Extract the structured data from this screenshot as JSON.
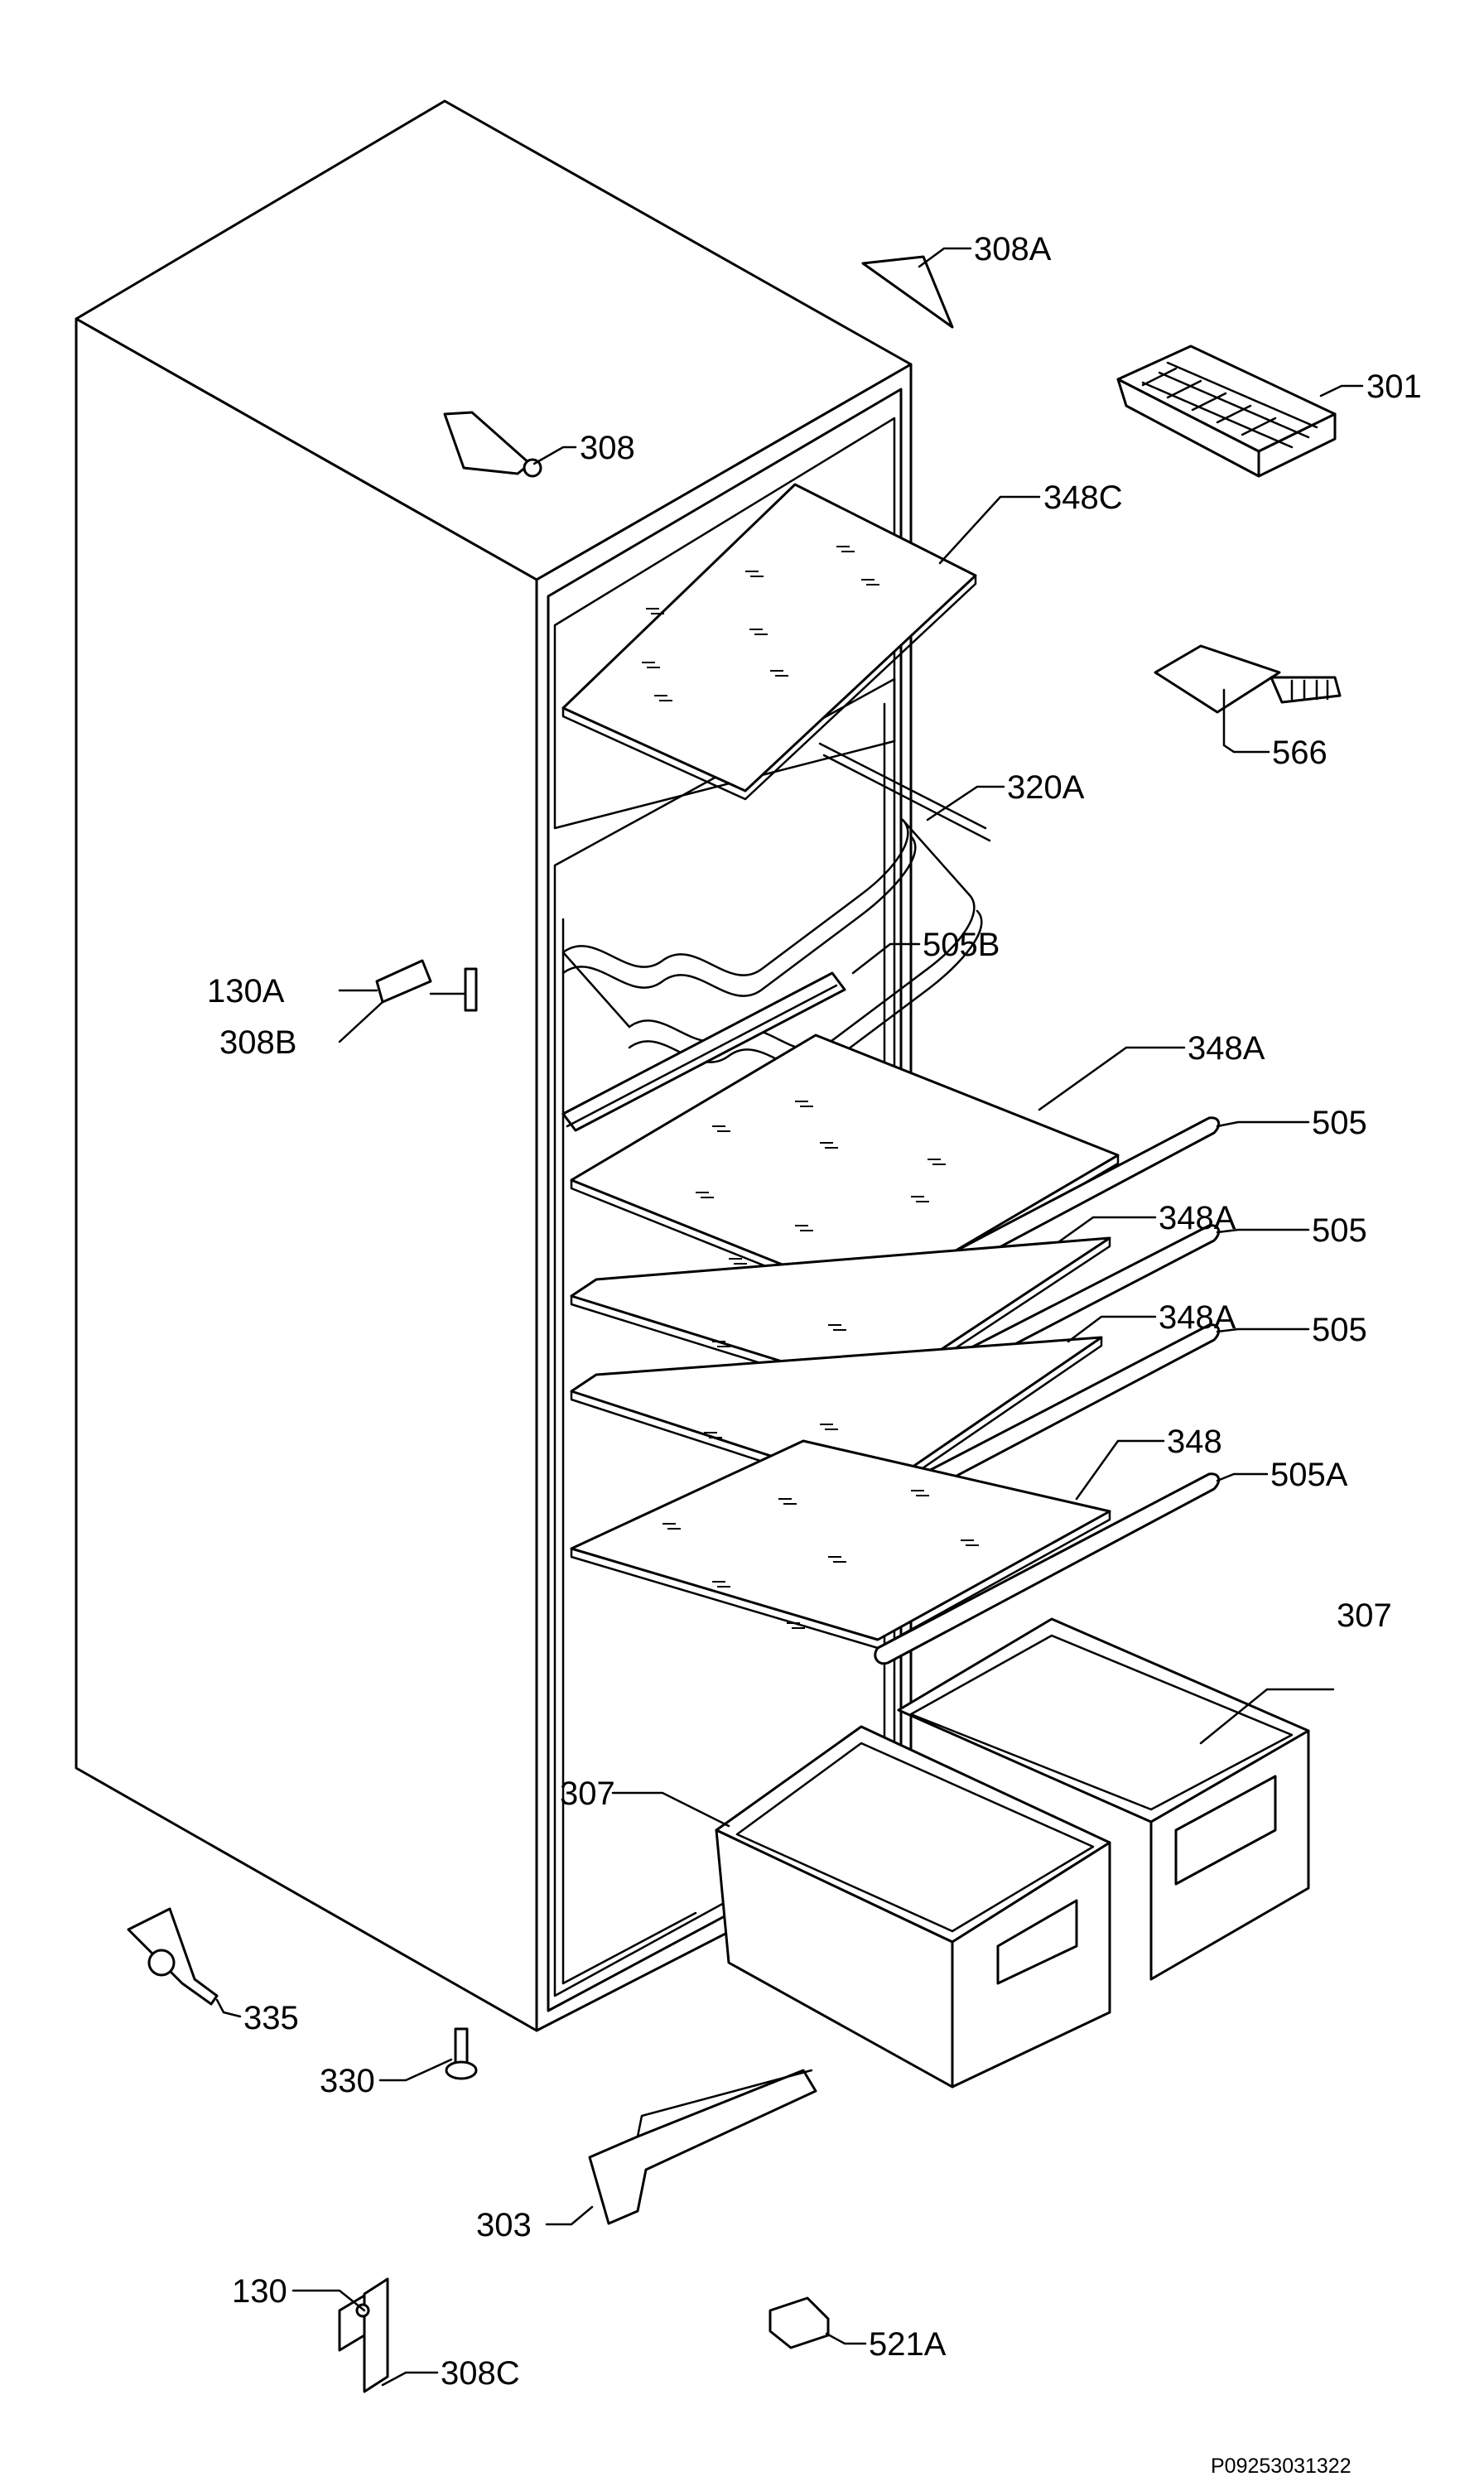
{
  "labels": {
    "p308a": "308A",
    "p301": "301",
    "p308": "308",
    "p348c": "348C",
    "p566": "566",
    "p320a": "320A",
    "p505b": "505B",
    "p130a": "130A",
    "p308b": "308B",
    "p348a_1": "348A",
    "p505_1": "505",
    "p348a_2": "348A",
    "p505_2": "505",
    "p348a_3": "348A",
    "p505_3": "505",
    "p348": "348",
    "p505a": "505A",
    "p307_right": "307",
    "p307_left": "307",
    "p335": "335",
    "p330": "330",
    "p303": "303",
    "p130": "130",
    "p308c": "308C",
    "p521a": "521A"
  },
  "footer": {
    "code": "P09253031322"
  }
}
